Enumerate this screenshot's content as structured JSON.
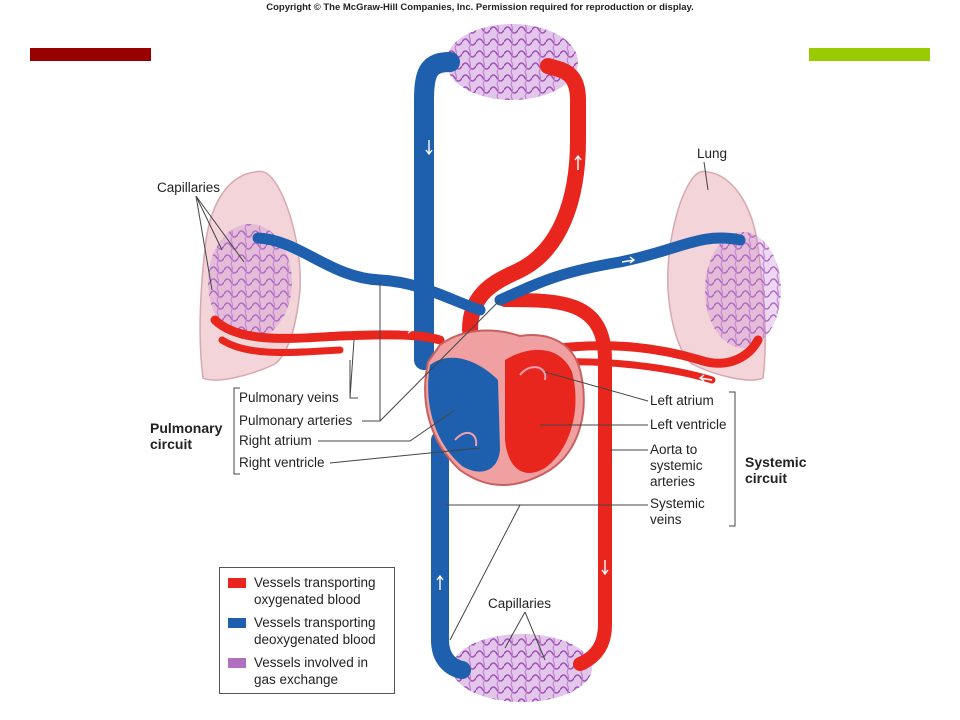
{
  "copyright": "Copyright © The McGraw-Hill Companies, Inc. Permission required for reproduction or display.",
  "colors": {
    "header_bar_left": "#990000",
    "header_bar_right": "#99cc00",
    "oxygenated": "#e8261e",
    "deoxygenated": "#1e5fae",
    "gas_exchange": "#b070c0",
    "lung": "#f3d4d8",
    "heart_wall": "#f0a0a0"
  },
  "labels": {
    "capillaries_top_left": "Capillaries",
    "lung": "Lung",
    "pulmonary_veins": "Pulmonary veins",
    "pulmonary_arteries": "Pulmonary arteries",
    "right_atrium": "Right atrium",
    "right_ventricle": "Right ventricle",
    "pulmonary_circuit_line1": "Pulmonary",
    "pulmonary_circuit_line2": "circuit",
    "left_atrium": "Left atrium",
    "left_ventricle": "Left ventricle",
    "aorta_line1": "Aorta to",
    "aorta_line2": "systemic",
    "aorta_line3": "arteries",
    "systemic_veins_line1": "Systemic",
    "systemic_veins_line2": "veins",
    "systemic_circuit_line1": "Systemic",
    "systemic_circuit_line2": "circuit",
    "capillaries_bottom": "Capillaries"
  },
  "legend": [
    {
      "line1": "Vessels transporting",
      "line2": "oxygenated blood",
      "color": "#e8261e"
    },
    {
      "line1": "Vessels transporting",
      "line2": "deoxygenated blood",
      "color": "#1e5fae"
    },
    {
      "line1": "Vessels involved in",
      "line2": "gas exchange",
      "color": "#b070c0"
    }
  ]
}
